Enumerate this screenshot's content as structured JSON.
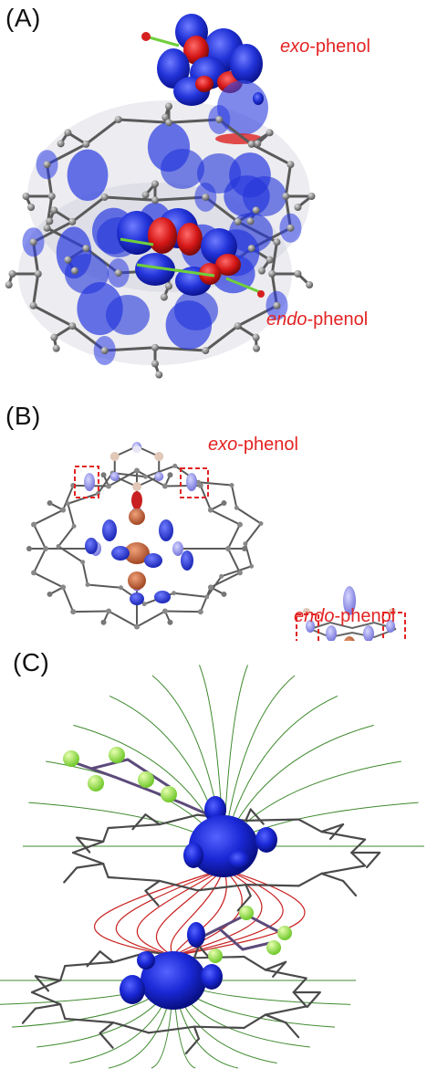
{
  "panels": [
    {
      "id": "A",
      "tag": "(A)",
      "labels": {
        "exo_prefix": "exo",
        "exo_suffix": "-phenol",
        "endo_prefix": "endo",
        "endo_suffix": "-phenol"
      }
    },
    {
      "id": "B",
      "tag": "(B)",
      "labels": {
        "exo_prefix": "exo",
        "exo_suffix": "-phenol",
        "endo_prefix": "endo",
        "endo_suffix": "-phenol"
      }
    },
    {
      "id": "C",
      "tag": "(C)"
    }
  ],
  "colors": {
    "label_red": "#e32222",
    "isosurface_blue": "#1d2fd6",
    "isosurface_red": "#d42020",
    "bond_grey": "#555555",
    "atom_grey": "#8a8a8a",
    "fluorine_green": "#8ee03b",
    "copper_orange": "#c8633a",
    "density_lavender": "#9c9be8",
    "field_line_green": "#3f8a2f",
    "field_line_red": "#c82020",
    "highlight_box": "#e32222"
  }
}
